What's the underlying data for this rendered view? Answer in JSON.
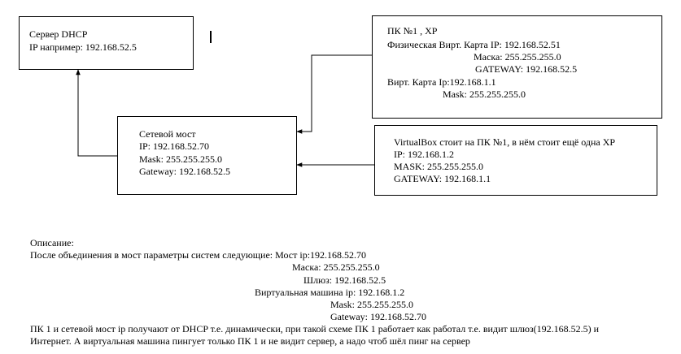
{
  "dhcp_box": {
    "title": "Сервер DHCP",
    "ip": "IP например: 192.168.52.5"
  },
  "pc1_box": {
    "title": "ПК №1 , XP",
    "phys_ip": "Физическая Вирт. Карта IP: 192.168.52.51",
    "phys_mask": "Маска: 255.255.255.0",
    "phys_gateway": "GATEWAY: 192.168.52.5",
    "virt_ip": "Вирт. Карта Ip:192.168.1.1",
    "virt_mask": "Mask: 255.255.255.0"
  },
  "bridge_box": {
    "title": "Сетевой мост",
    "ip": "IP: 192.168.52.70",
    "mask": "Mask: 255.255.255.0",
    "gateway": "Gateway: 192.168.52.5"
  },
  "vbox_box": {
    "title": "VirtualBox стоит на ПК №1, в нём стоит ещё одна XP",
    "ip": "IP: 192.168.1.2",
    "mask": "MASK: 255.255.255.0",
    "gateway": "GATEWAY: 192.168.1.1"
  },
  "description": {
    "heading": "Описание:",
    "line1": "После объединения в мост параметры систем следующие: Мост ip:192.168.52.70",
    "line2": "Маска: 255.255.255.0",
    "line3": "Шлюз: 192.168.52.5",
    "line4": "Виртуальная машина ip: 192.168.1.2",
    "line5": "Mask: 255.255.255.0",
    "line6": "Gateway: 192.168.52.70",
    "line7": "ПК 1 и сетевой мост ip получают от DHCP т.е. динамически, при такой схеме ПК 1 работает как работал т.е. видит шлюз(192.168.52.5)  и",
    "line8": "Интернет. А виртуальная машина пингует только ПК 1 и не видит сервер, а надо чтоб шёл пинг на сервер"
  }
}
